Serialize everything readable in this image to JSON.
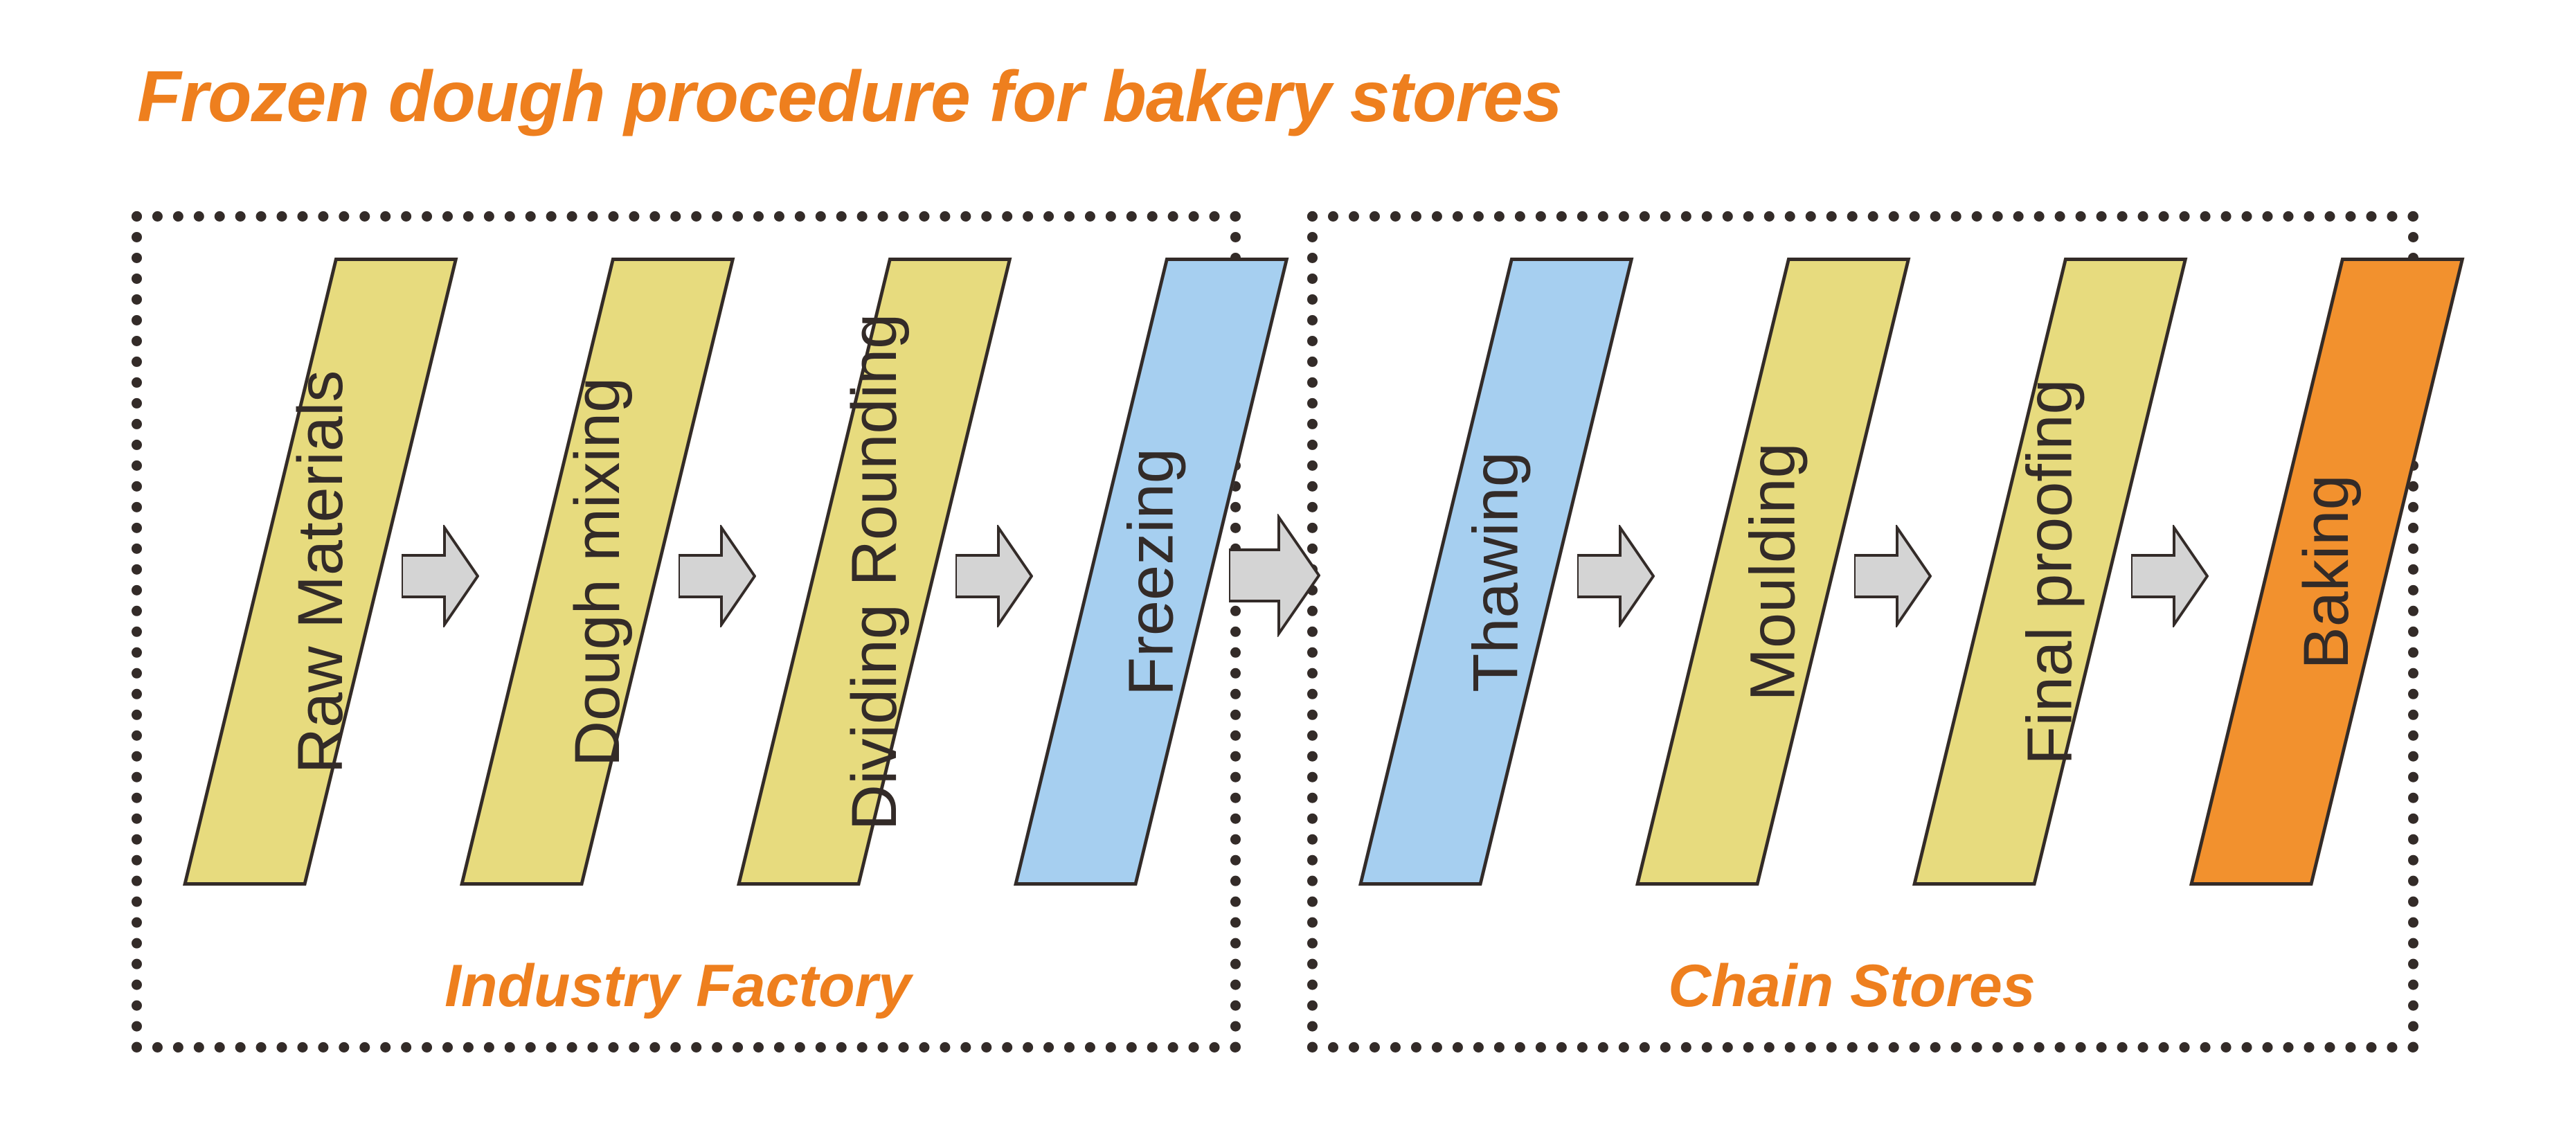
{
  "title": "Frozen dough procedure for bakery stores",
  "colors": {
    "title_orange": "#EE7F1E",
    "step_yellow": "#E7DB7E",
    "step_blue": "#A6CFF0",
    "step_orange": "#F2912E",
    "outline": "#332B28",
    "arrow_gray": "#D4D4D4",
    "background": "#FFFFFF"
  },
  "zones": [
    {
      "id": "industry-factory",
      "label": "Industry Factory",
      "steps": [
        {
          "label": "Raw Materials",
          "color": "yellow"
        },
        {
          "label": "Dough mixing",
          "color": "yellow"
        },
        {
          "label": "Dividing Rounding",
          "color": "yellow"
        },
        {
          "label": "Freezing",
          "color": "blue"
        }
      ]
    },
    {
      "id": "chain-stores",
      "label": "Chain Stores",
      "steps": [
        {
          "label": "Thawing",
          "color": "blue"
        },
        {
          "label": "Moulding",
          "color": "yellow"
        },
        {
          "label": "Final proofing",
          "color": "yellow"
        },
        {
          "label": "Baking",
          "color": "orange"
        }
      ]
    }
  ],
  "arrows": {
    "icon": "block-arrow-right-icon",
    "connector_icon": "block-arrow-right-connector-icon",
    "count_per_zone": 3,
    "connector_count": 1
  }
}
